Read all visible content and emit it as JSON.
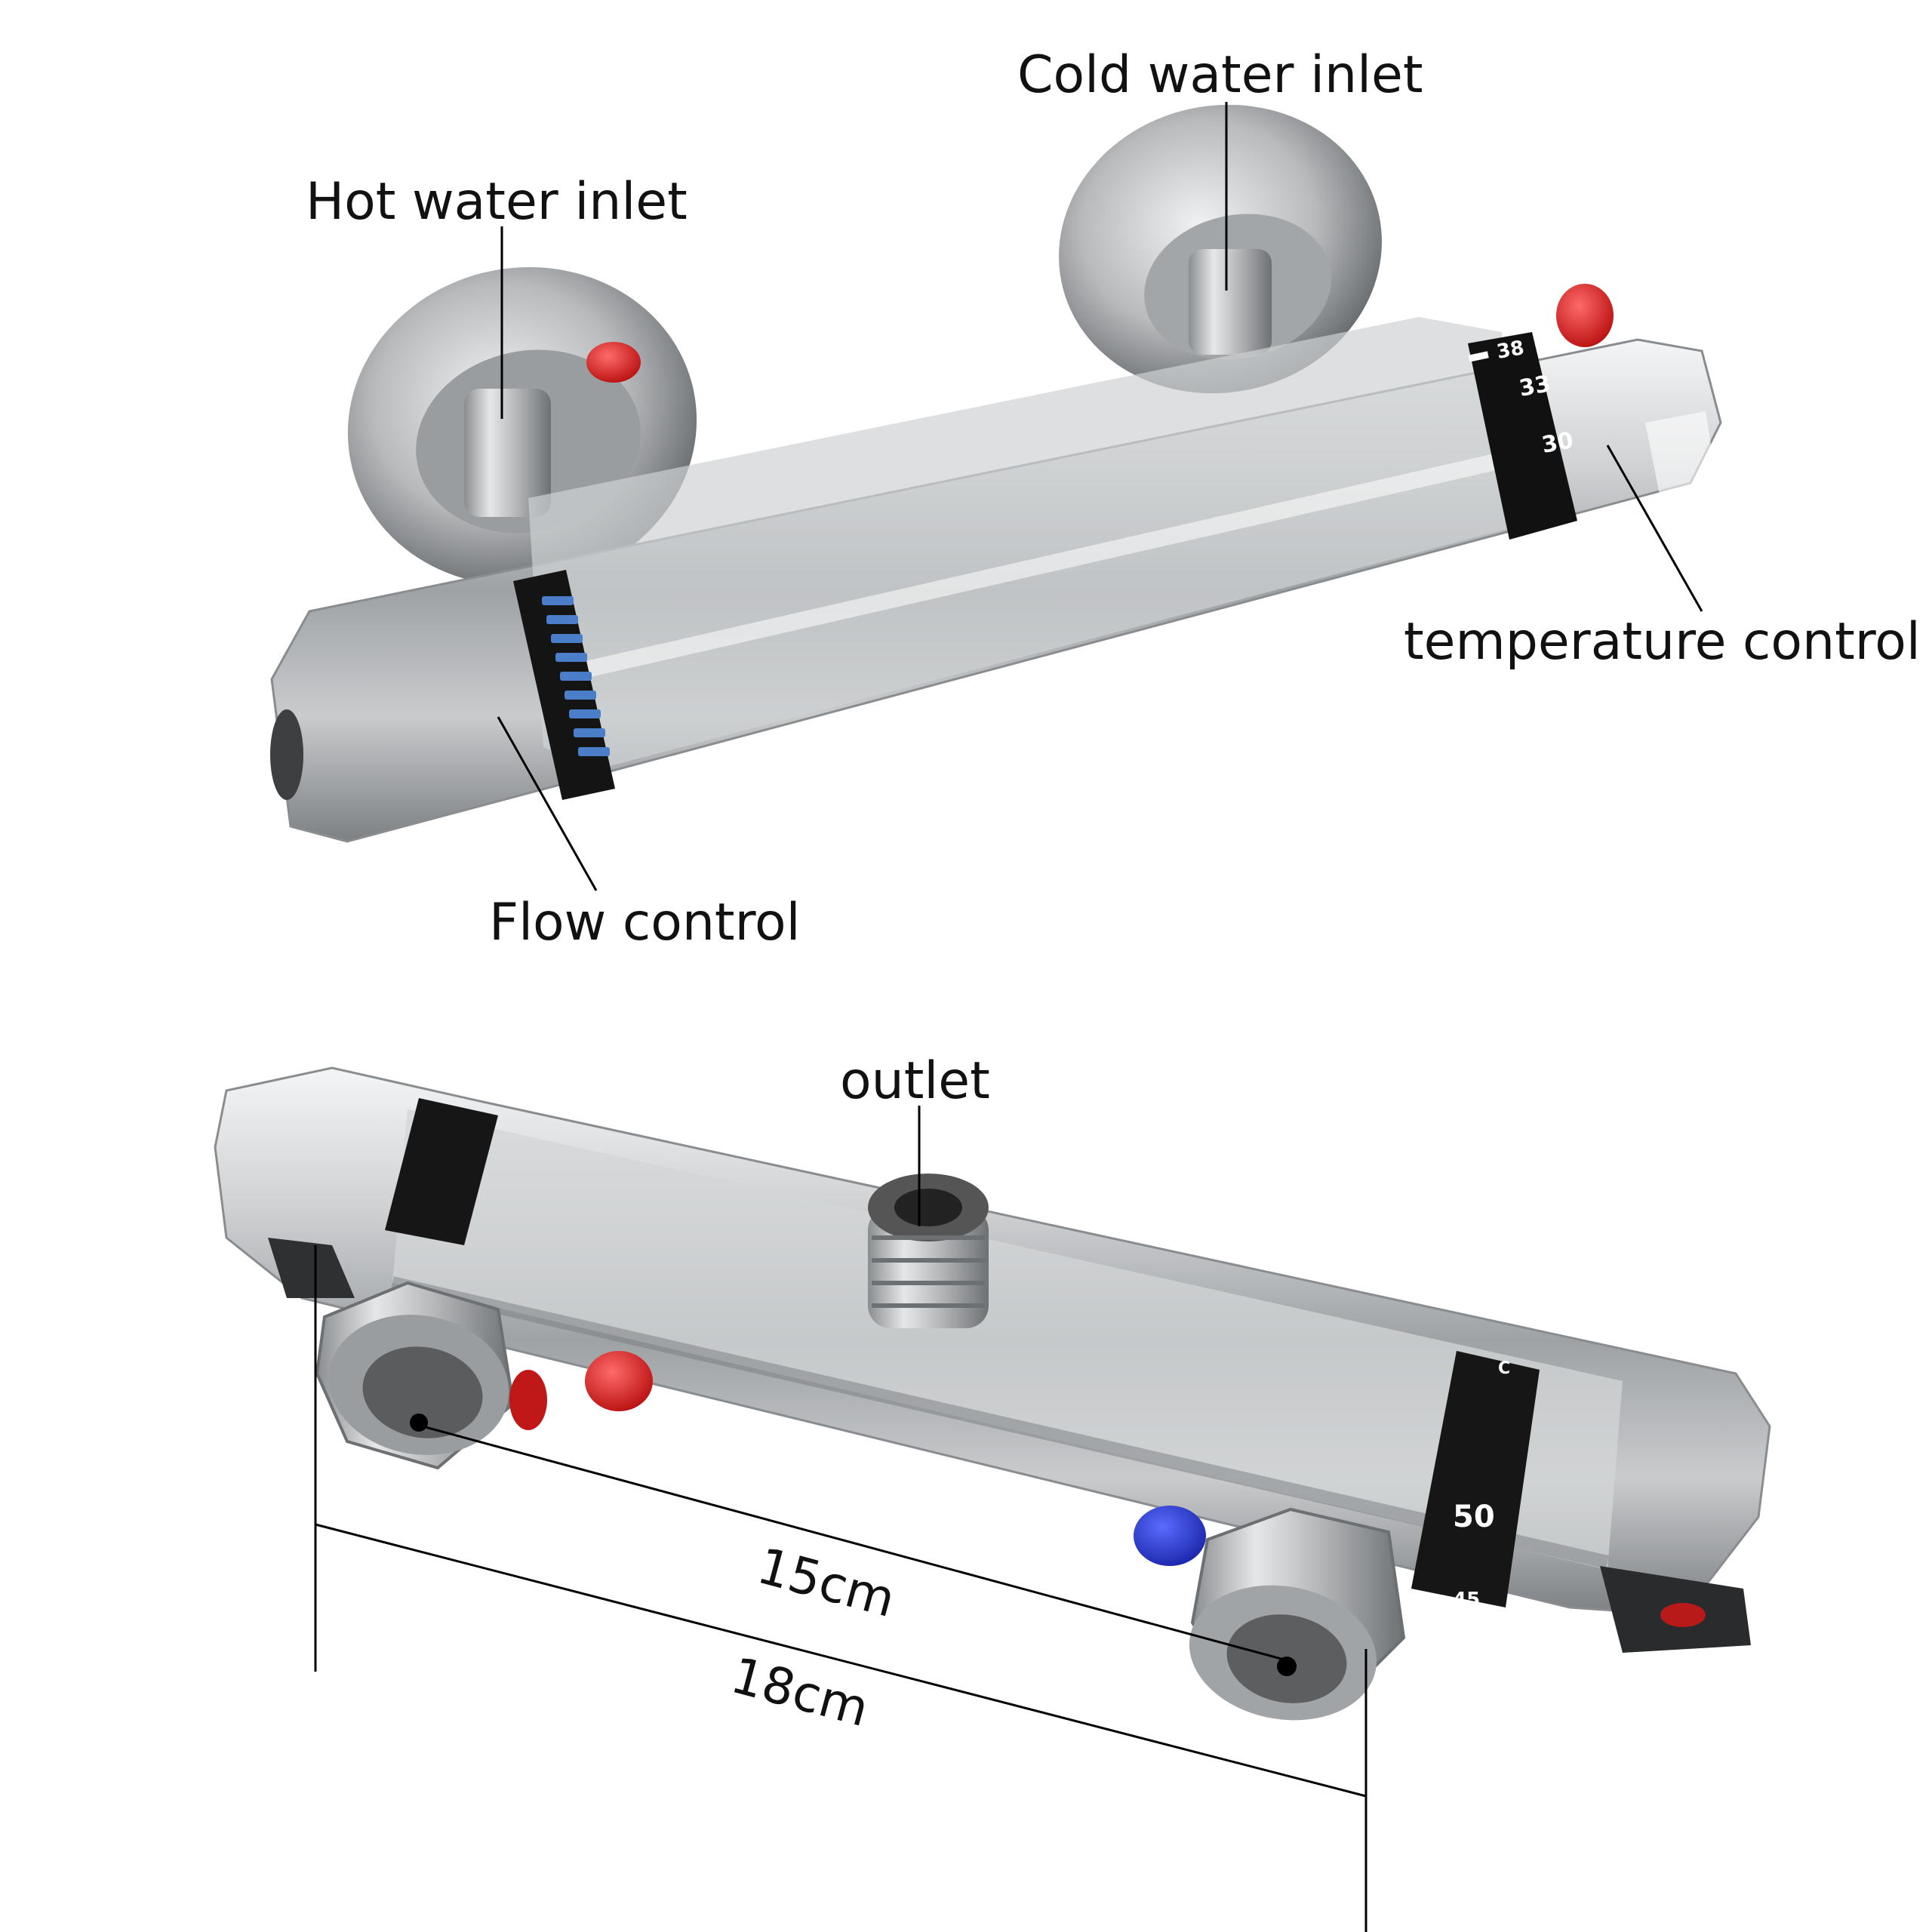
{
  "labels": {
    "cold_water_inlet": "Cold water inlet",
    "hot_water_inlet": "Hot water inlet",
    "temperature_control": "temperature control",
    "flow_control": "Flow control",
    "outlet": "outlet"
  },
  "dimensions": {
    "inner": "15cm",
    "outer": "18cm"
  },
  "top_dial_numbers": [
    "38",
    "33",
    "30"
  ],
  "bottom_dial": {
    "unit": "C",
    "numbers": [
      "50",
      "45"
    ]
  },
  "colors": {
    "hot_marker": "#d11a1a",
    "cold_marker": "#2233cc",
    "flow_ring": "#4a7ec8",
    "chrome": "#c4c6c8"
  }
}
